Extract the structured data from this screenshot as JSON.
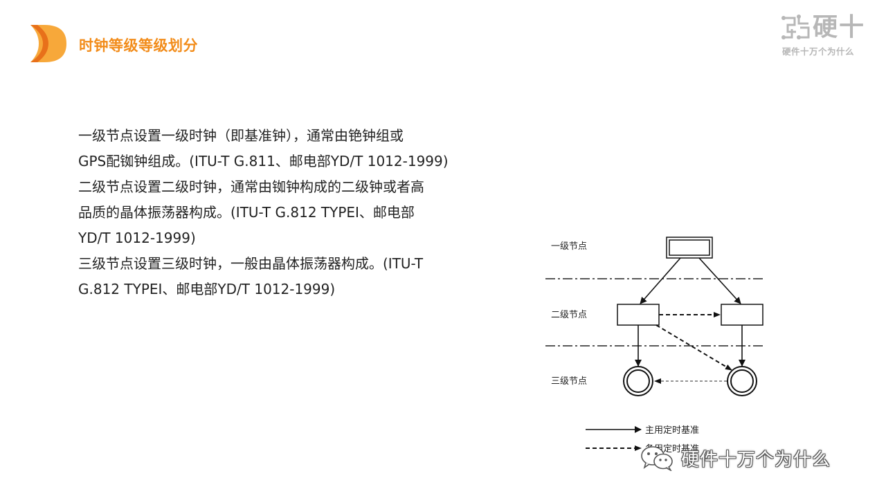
{
  "slide": {
    "title": "时钟等级等级划分"
  },
  "brand": {
    "name": "硬十",
    "subtitle": "硬件十万个为什么"
  },
  "body_lines": [
    "一级节点设置一级时钟（即基准钟），通常由铯钟组或",
    "GPS配铷钟组成。(ITU-T G.811、邮电部YD/T 1012-1999)",
    "二级节点设置二级时钟，通常由铷钟构成的二级钟或者高",
    "品质的晶体振荡器构成。(ITU-T G.812 TYPEⅠ、邮电部",
    "YD/T 1012-1999)",
    "三级节点设置三级时钟，一般由晶体振荡器构成。(ITU-T",
    "G.812 TYPEⅠ、邮电部YD/T 1012-1999)"
  ],
  "diagram": {
    "level_labels": [
      "一级节点",
      "二级节点",
      "三级节点"
    ],
    "legend": {
      "primary": "主用定时基准",
      "backup": "备用定时基准"
    }
  },
  "watermark": {
    "text": "硬件十万个为什么",
    "icon": "wechat-icon"
  },
  "colors": {
    "accent": "#f28c1a",
    "accent_light": "#f7a83a",
    "brand_gray": "#b7b7b7"
  }
}
